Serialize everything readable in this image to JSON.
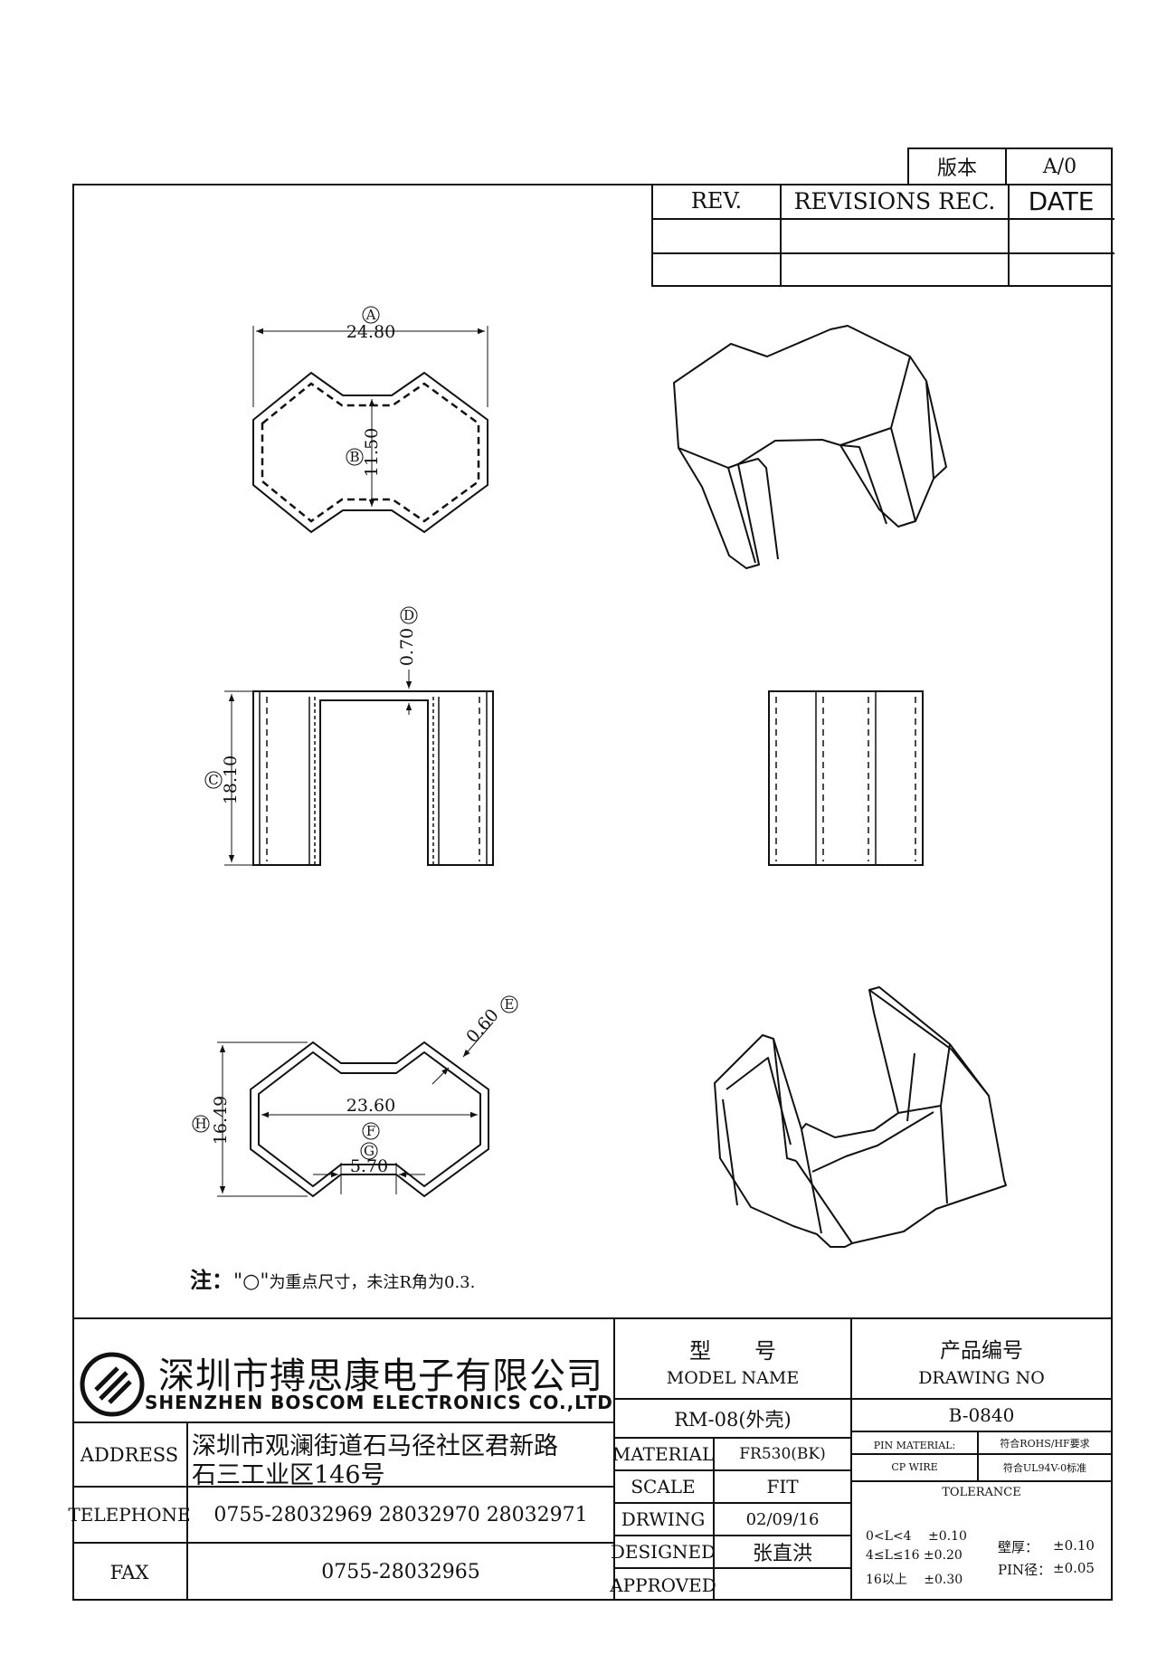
{
  "version_box": {
    "label": "版本",
    "value": "A/0"
  },
  "revision_table": {
    "rev_header": "REV.",
    "records_header": "REVISIONS REC.",
    "date_header": "DATE"
  },
  "dimensions": {
    "A": {
      "tag": "A",
      "value": "24.80"
    },
    "B": {
      "tag": "B",
      "value": "11.50"
    },
    "C": {
      "tag": "C",
      "value": "18.10"
    },
    "D": {
      "tag": "D",
      "value": "0.70"
    },
    "E": {
      "tag": "E",
      "value": "0.60"
    },
    "F": {
      "tag": "F",
      "value": "23.60"
    },
    "G": {
      "tag": "G",
      "value": "5.70"
    },
    "H": {
      "tag": "H",
      "value": "16.49"
    }
  },
  "note": {
    "prefix": "注：",
    "mark": "\"○\"",
    "text": " 为重点尺寸，未注R角为0.3."
  },
  "title_block": {
    "company_cn": "深圳市搏思康电子有限公司",
    "company_en": "SHENZHEN BOSCOM ELECTRONICS CO.,LTD",
    "address_label": "ADDRESS",
    "address_line1": "深圳市观澜街道石马径社区君新路",
    "address_line2": "石三工业区146号",
    "telephone_label": "TELEPHONE",
    "telephone_value": "0755-28032969 28032970 28032971",
    "fax_label": "FAX",
    "fax_value": "0755-28032965",
    "model_label_cn": "型　　号",
    "model_label_en": "MODEL NAME",
    "drawing_no_label_cn": "产品编号",
    "drawing_no_label_en": "DRAWING NO",
    "model_value": "RM-08(外壳)",
    "drawing_no_value": "B-0840",
    "material_label": "MATERIAL",
    "material_value": "FR530(BK)",
    "scale_label": "SCALE",
    "scale_value": "FIT",
    "drawing_label": "DRWING",
    "drawing_date": "02/09/16",
    "designed_label": "DESIGNED",
    "designed_value": "张直洪",
    "approved_label": "APPROVED",
    "approved_value": "",
    "pin_material_label": "PIN MATERIAL:",
    "cp_wire_label": "CP WIRE",
    "rohs_text": "符合ROHS/HF要求",
    "ul_text": "符合UL94V-0标准",
    "tolerance_label": "TOLERANCE",
    "tol_row1": "0<L<4　 ±0.10",
    "tol_row2": "4≤L≤16 ±0.20",
    "tol_row3": "16以上　 ±0.30",
    "wall_label": "壁厚：",
    "wall_value": "±0.10",
    "pin_dia_label": "PIN径：",
    "pin_dia_value": "±0.05"
  }
}
